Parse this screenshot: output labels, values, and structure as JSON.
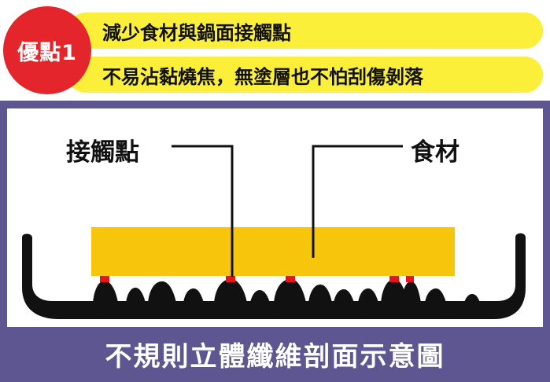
{
  "badge": {
    "text": "優點1"
  },
  "bars": [
    {
      "text": "減少食材與鍋面接觸點"
    },
    {
      "text": "不易沾黏燒焦，無塗層也不怕刮傷剝落"
    }
  ],
  "labels": {
    "contact": "接觸點",
    "food": "食材"
  },
  "caption": "不規則立體纖維剖面示意圖",
  "colors": {
    "badge": "#e4262c",
    "bar": "#fbef3a",
    "frame": "#5e5690",
    "food": "#f7c50b",
    "contact_point": "#e8141b",
    "pan": "#111111"
  }
}
